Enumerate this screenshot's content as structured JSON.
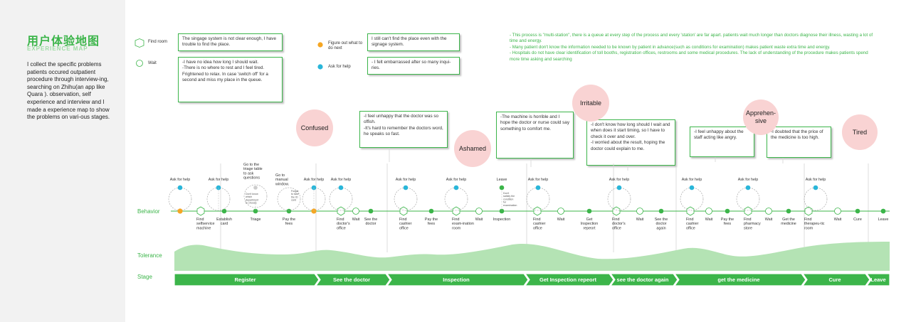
{
  "title": {
    "cn": "用户体验地图",
    "en": "EXPERIENCE MAP"
  },
  "intro": "I collect the specific problems patients occured outpatient procedure through interview-ing, searching on Zhihu(an app like Quara ). observation, self experience and interview and I made a experience map to show the problems on vari-ous stages.",
  "legend": {
    "find_room": "Find room",
    "wait": "Wait",
    "figure_out": "Figure out what to do next",
    "ask_help": "Ask for help"
  },
  "quotes": {
    "q1": "The singage system is not clear enough, I have trouble to find the place.",
    "q2": "-I have no idea how long I should wait.\n-There is no where to rest and I feel tired.\nFrightened to relax. In case 'switch off' for a second and miss my place in the queue.",
    "q3": "I still can't find the place even with the signage system.",
    "q4": "- I felt embarrassed after so many inqui-ries.",
    "q5": "-I feel unhappy that the doctor was so offish.\n-It's hard to remember the doctors word, he speaks so fast.",
    "q6": "-The machine is horrible and I hope the doctor or nurse could say something to comfort me.",
    "q7": "-I don't know how long should I wait and when does it start timing, so I have to check it over and over.\n-I worried about the result, hoping the doctor could explain to me.",
    "q8": "-I feel unhappy about the staff acting like angry.",
    "q9": "-I doubted that the price of the medicine is too high."
  },
  "notes": [
    "- This process is \"multi-station\", there is a queue at every step of the process and every 'station' are far apart. patients wait much longer than doctors diagnose their illness, wasting a lot of time and energy.",
    "- Many patient don't know the information needed to be known by patient in advance(such as conditions for examination) makes patient waste extra time and energy.",
    "- Hospitals do not have clear identification of toll booths, registration offices, restrooms and some medical procedures. The lack of understanding of the procedure makes patients spend more time asking and searching"
  ],
  "emotions": {
    "confused": "Confused",
    "ashamed": "Ashamed",
    "irritable": "Irritable",
    "apprehensive": "Apprehen-sive",
    "tired": "Tired"
  },
  "rows": {
    "behavior": "Behavior",
    "tolerance": "Tolerance",
    "stage": "Stage"
  },
  "stages": [
    "Register",
    "See the doctor",
    "Inspection",
    "Get Inspection repeort",
    "see the doctor again",
    "get the medicine",
    "Cure",
    "Leave"
  ],
  "ask_for_help": "Ask for help",
  "upper_labels": {
    "triage_q": "Go to the triage table to ask questions",
    "manual": "Go to manual window.",
    "leave": "Leave"
  },
  "tiny_notes": {
    "dept": "Don't know which department to choose",
    "forgot": "Forgot to take the ID card",
    "condition": "Don't satisfy the condition for examination"
  },
  "steps": [
    "Find selfservice machine",
    "Establish card",
    "Triage",
    "Pay the fees",
    "Find doctor's office",
    "Wait",
    "See the doctor",
    "Find cashier office",
    "Pay the fees",
    "Find exam-ination room",
    "Wait",
    "Inspection",
    "Find cashier office",
    "Wait",
    "Get Inspection repeort",
    "Find doctor's office",
    "Wait",
    "See the doctor again",
    "Find cashier office",
    "Wait",
    "Pay the fees",
    "Find pharmacy store",
    "Wait",
    "Get the medicine",
    "Find therapeu-tic room",
    "Wait",
    "Cure",
    "Leave"
  ],
  "colors": {
    "green": "#3cb54a",
    "light_green": "#b4e3b4",
    "pink": "#f9d3d3",
    "orange": "#f5a623",
    "blue": "#29b6d9"
  }
}
